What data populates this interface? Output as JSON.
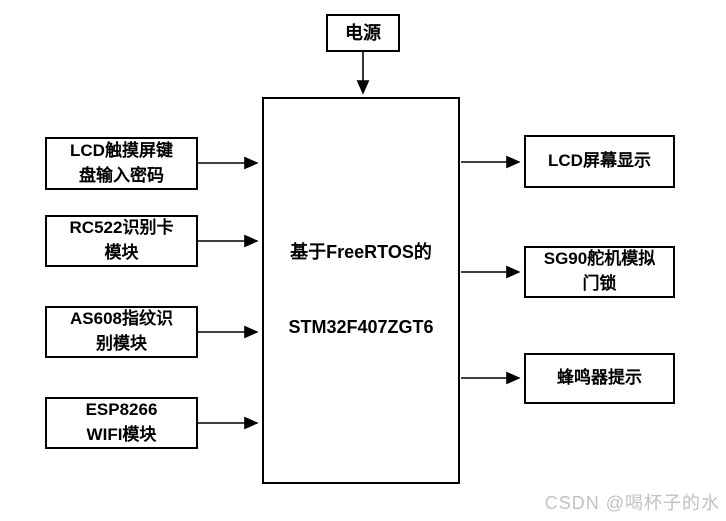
{
  "diagram": {
    "power_node": {
      "label": "电源"
    },
    "mcu_node": {
      "line1": "基于FreeRTOS的",
      "line2": "STM32F407ZGT6"
    },
    "input_nodes": [
      {
        "label": "LCD触摸屏键\n盘输入密码"
      },
      {
        "label": "RC522识别卡\n模块"
      },
      {
        "label": "AS608指纹识\n别模块"
      },
      {
        "label": "ESP8266\nWIFI模块"
      }
    ],
    "output_nodes": [
      {
        "label": "LCD屏幕显示"
      },
      {
        "label": "SG90舵机模拟\n门锁"
      },
      {
        "label": "蜂鸣器提示"
      }
    ],
    "line_color": "#000000"
  },
  "watermark": {
    "text": "CSDN @喝杯子的水",
    "color": "#c6c1c1"
  }
}
